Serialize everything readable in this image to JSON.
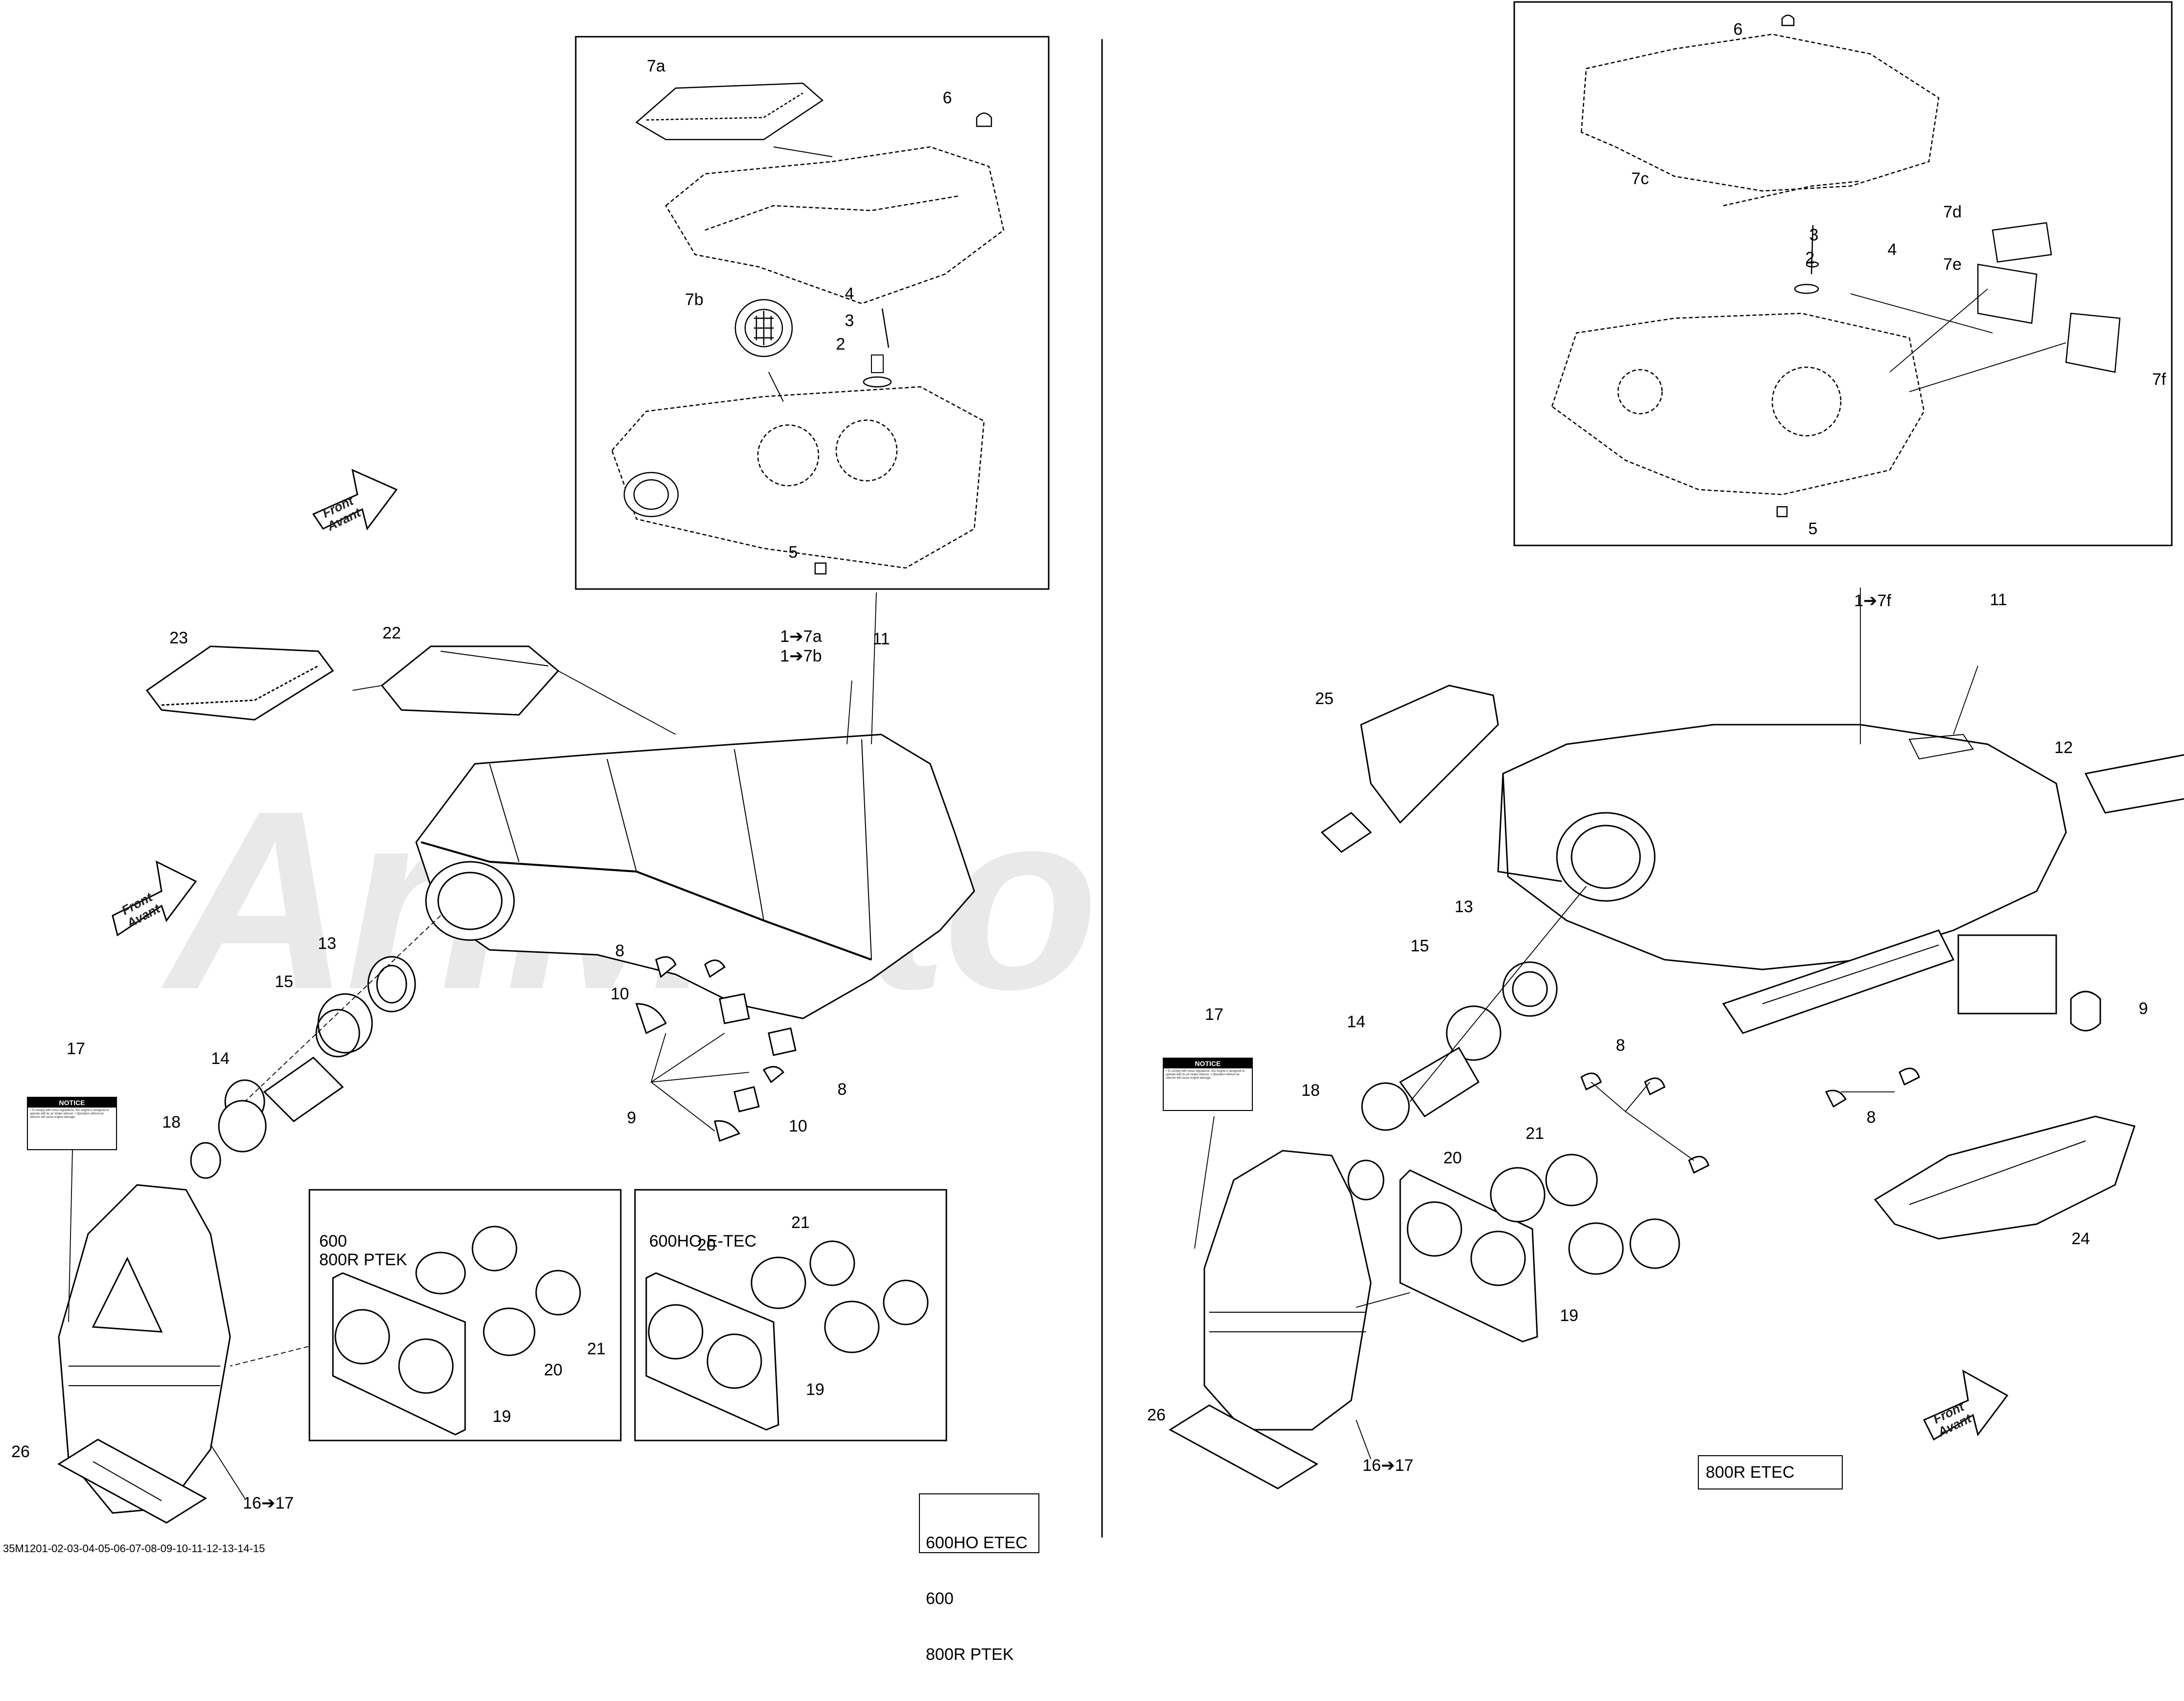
{
  "watermark": "AriMoto",
  "document_id": "35M1201-02-03-04-05-06-07-08-09-10-11-12-13-14-15",
  "front_arrow_text": [
    "Front",
    "Avant"
  ],
  "notice_label": {
    "header": "NOTICE",
    "body": "• To comply with noise regulations, this engine is designed to operate with its air intake silencer. • Operation without air silencer will cause engine damage."
  },
  "left_panel": {
    "callouts": [
      "7a",
      "6",
      "7b",
      "4",
      "3",
      "2",
      "5",
      "23",
      "22",
      "1➔7a",
      "1➔7b",
      "11",
      "13",
      "15",
      "14",
      "18",
      "17",
      "8",
      "10",
      "9",
      "8",
      "10",
      "26",
      "16➔17",
      "20",
      "21",
      "19"
    ],
    "box_600": {
      "line1": "600",
      "line2": "800R PTEK"
    },
    "box_600ho": {
      "line1": "600HO E-TEC"
    },
    "box_600ho_callouts": [
      "20",
      "21",
      "19"
    ],
    "model_box": {
      "line1": "600HO ETEC",
      "line2": "600",
      "line3": "800R PTEK"
    }
  },
  "right_panel": {
    "callouts": [
      "6",
      "7c",
      "3",
      "4",
      "2",
      "7d",
      "7e",
      "7f",
      "5",
      "1➔7f",
      "11",
      "25",
      "12",
      "13",
      "15",
      "14",
      "9",
      "17",
      "18",
      "8",
      "8",
      "21",
      "20",
      "19",
      "24",
      "26",
      "16➔17"
    ],
    "model_box": {
      "line1": "800R ETEC"
    }
  }
}
